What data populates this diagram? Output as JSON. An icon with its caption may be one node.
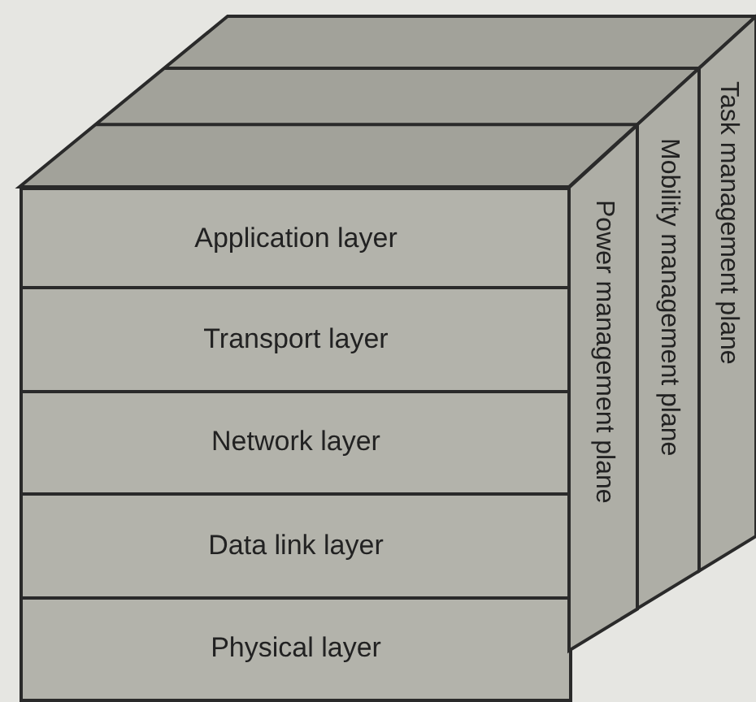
{
  "diagram": {
    "nodes": [
      {
        "text": [
          "Application layer"
        ]
      },
      {
        "text": [
          "Transport layer"
        ]
      },
      {
        "text": [
          "Network layer"
        ]
      },
      {
        "text": [
          "Data link layer"
        ]
      },
      {
        "text": [
          "Physical layer"
        ]
      },
      {
        "text": [
          "Power management plane"
        ]
      },
      {
        "text": [
          "Mobility management plane"
        ]
      },
      {
        "text": [
          "Task management plane"
        ]
      }
    ]
  }
}
